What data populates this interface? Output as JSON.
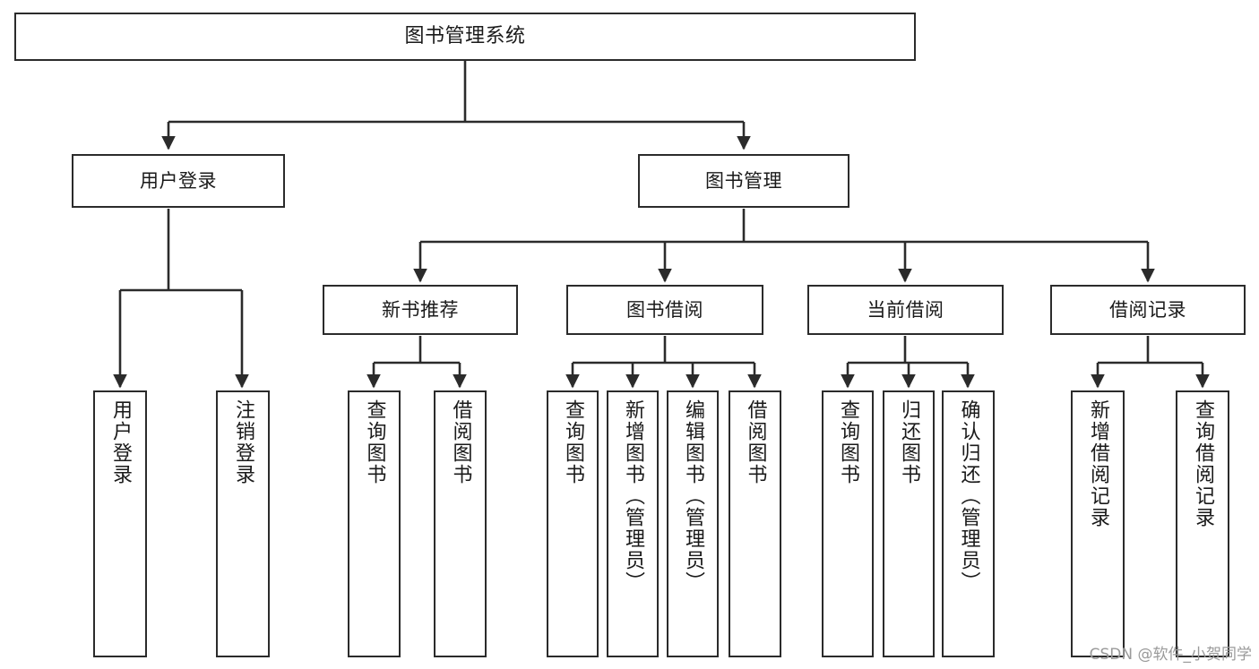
{
  "diagram": {
    "type": "tree-hierarchy-chart",
    "title": "图书管理系统",
    "stroke_color": "#2b2b2b",
    "background_color": "#ffffff",
    "text_color": "#1a1a1a",
    "watermark": "CSDN @软件_小贺同学",
    "nodes": {
      "root": {
        "label": "图书管理系统"
      },
      "level2": [
        {
          "id": "user-login",
          "label": "用户登录"
        },
        {
          "id": "book-management",
          "label": "图书管理"
        }
      ],
      "level3": [
        {
          "id": "new-book-recommend",
          "label": "新书推荐"
        },
        {
          "id": "book-borrow",
          "label": "图书借阅"
        },
        {
          "id": "current-borrow",
          "label": "当前借阅"
        },
        {
          "id": "borrow-record",
          "label": "借阅记录"
        }
      ],
      "leaves": {
        "user_login": [
          {
            "id": "leaf-user-login",
            "label": "用户登录"
          },
          {
            "id": "leaf-logout-login",
            "label": "注销登录"
          }
        ],
        "new_book_recommend": [
          {
            "id": "leaf-query-book-1",
            "label": "查询图书"
          },
          {
            "id": "leaf-borrow-book-1",
            "label": "借阅图书"
          }
        ],
        "book_borrow": [
          {
            "id": "leaf-query-book-2",
            "label": "查询图书"
          },
          {
            "id": "leaf-add-book",
            "label": "新增图书（管理员）"
          },
          {
            "id": "leaf-edit-book",
            "label": "编辑图书（管理员）"
          },
          {
            "id": "leaf-borrow-book-2",
            "label": "借阅图书"
          }
        ],
        "current_borrow": [
          {
            "id": "leaf-query-book-3",
            "label": "查询图书"
          },
          {
            "id": "leaf-return-book",
            "label": "归还图书"
          },
          {
            "id": "leaf-confirm-return",
            "label": "确认归还（管理员）"
          }
        ],
        "borrow_record": [
          {
            "id": "leaf-add-borrow-record",
            "label": "新增借阅记录"
          },
          {
            "id": "leaf-query-borrow-record",
            "label": "查询借阅记录"
          }
        ]
      }
    }
  }
}
